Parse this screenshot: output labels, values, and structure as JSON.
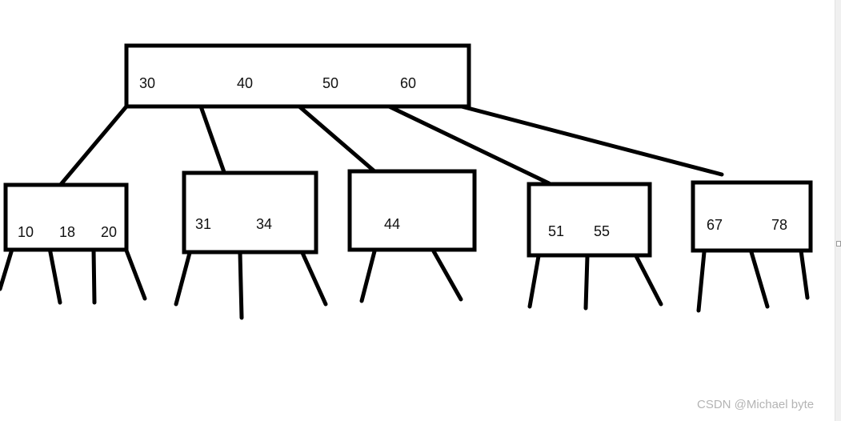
{
  "diagram": {
    "root": {
      "keys": [
        "30",
        "40",
        "50",
        "60"
      ]
    },
    "children": [
      {
        "keys": [
          "10",
          "18",
          "20"
        ]
      },
      {
        "keys": [
          "31",
          "34"
        ]
      },
      {
        "keys": [
          "44"
        ]
      },
      {
        "keys": [
          "51",
          "55"
        ]
      },
      {
        "keys": [
          "67",
          "78"
        ]
      }
    ]
  },
  "watermark": {
    "text": "CSDN @Michael byte"
  }
}
